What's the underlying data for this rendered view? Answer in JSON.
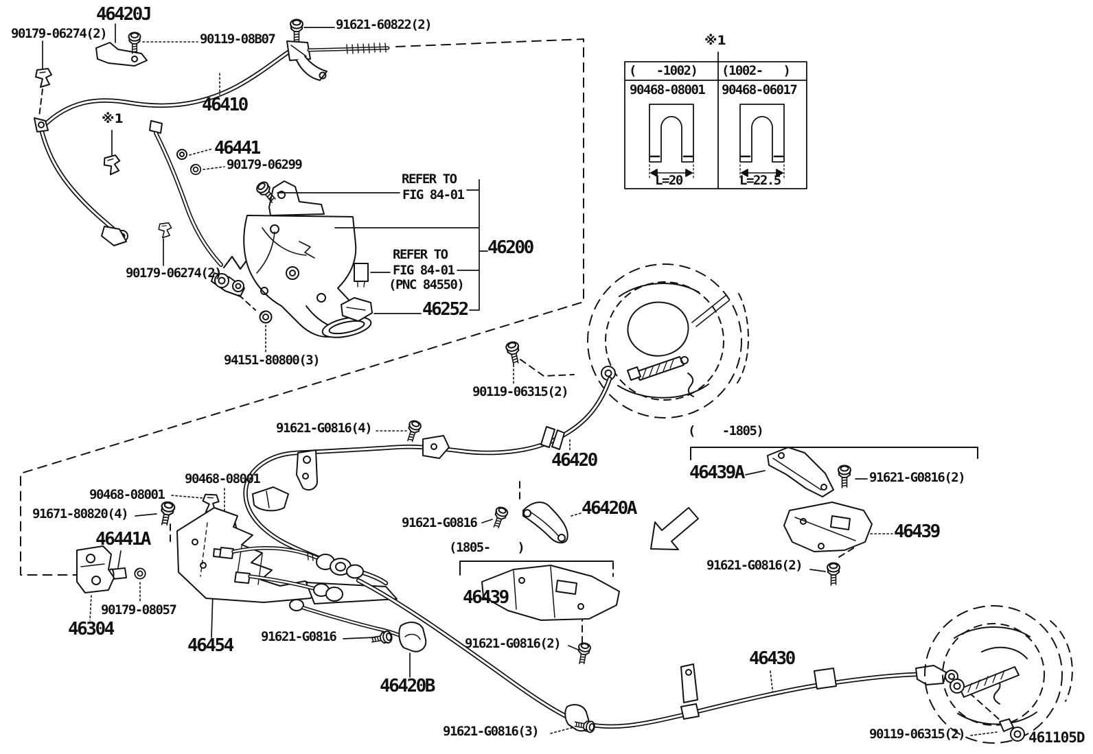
{
  "diagram_code": "461105D",
  "labels": {
    "p46420J": "46420J",
    "p90179_06274_a": "90179-06274(2)",
    "p90119_08B07": "90119-08B07",
    "p91621_60822": "91621-60822(2)",
    "p46410": "46410",
    "star1_a": "※1",
    "p46441": "46441",
    "p90179_06299": "90179-06299",
    "refer1_line1": "REFER TO",
    "refer1_line2": "FIG 84-01",
    "p46200": "46200",
    "refer2_line1": "REFER TO",
    "refer2_line2": "FIG 84-01",
    "refer2_line3": "(PNC 84550)",
    "p46252": "46252",
    "p90179_06274_b": "90179-06274(2)",
    "p94151_80800": "94151-80800(3)",
    "p90119_06315_a": "90119-06315(2)",
    "p91621_G0816_4": "91621-G0816(4)",
    "p46420": "46420",
    "range_pre1805": "(    -1805)",
    "p46439A": "46439A",
    "p91621_G0816_2a": "91621-G0816(2)",
    "p46439_right": "46439",
    "p91621_G0816_2b": "91621-G0816(2)",
    "p90468_08001_top": "90468-08001",
    "p90468_08001_left": "90468-08001",
    "p91671_80820": "91671-80820(4)",
    "p46441A": "46441A",
    "p90179_08057": "90179-08057",
    "p46304": "46304",
    "p46454": "46454",
    "p91621_G0816_mid": "91621-G0816",
    "p46420A": "46420A",
    "range_post1805": "(1805-    )",
    "p46439_center": "46439",
    "p91621_G0816_low": "91621-G0816",
    "p46420B": "46420B",
    "p91621_G0816_2c": "91621-G0816(2)",
    "p91621_G0816_3": "91621-G0816(3)",
    "p46430": "46430",
    "p90119_06315_b": "90119-06315(2)"
  },
  "table": {
    "note": "※1",
    "cols": [
      {
        "range": "(   -1002)",
        "part": "90468-08001",
        "dim": "L=20"
      },
      {
        "range": "(1002-   )",
        "part": "90468-06017",
        "dim": "L=22.5"
      }
    ]
  }
}
